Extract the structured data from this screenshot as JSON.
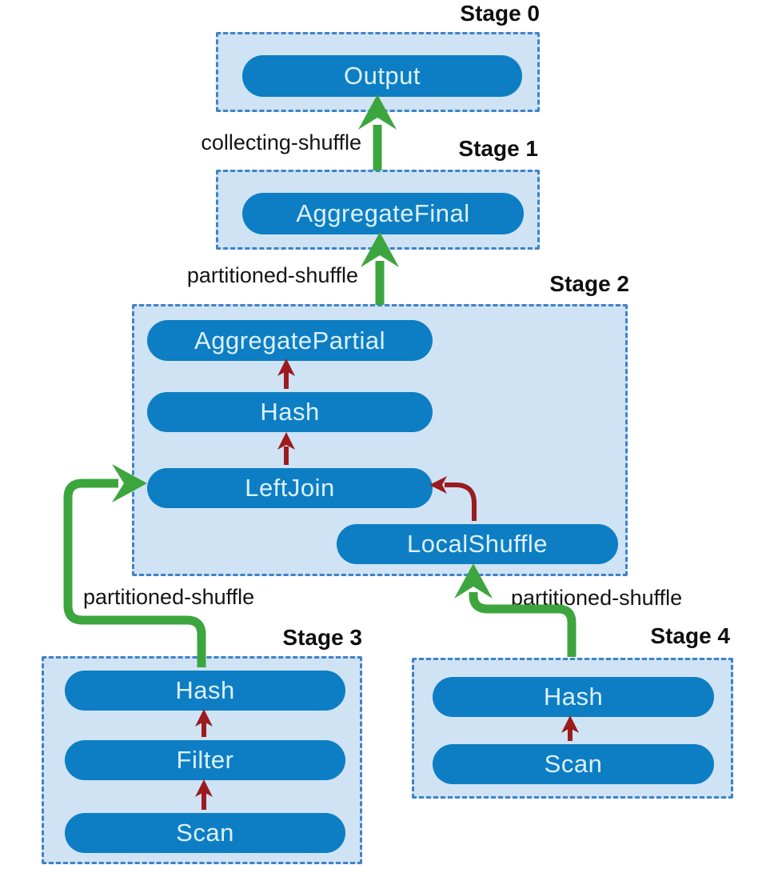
{
  "diagram": {
    "stages": [
      {
        "label": "Stage 0",
        "nodes": [
          {
            "label": "Output"
          }
        ]
      },
      {
        "label": "Stage 1",
        "nodes": [
          {
            "label": "AggregateFinal"
          }
        ]
      },
      {
        "label": "Stage 2",
        "nodes": [
          {
            "label": "AggregatePartial"
          },
          {
            "label": "Hash"
          },
          {
            "label": "LeftJoin"
          },
          {
            "label": "LocalShuffle"
          }
        ]
      },
      {
        "label": "Stage 3",
        "nodes": [
          {
            "label": "Hash"
          },
          {
            "label": "Filter"
          },
          {
            "label": "Scan"
          }
        ]
      },
      {
        "label": "Stage 4",
        "nodes": [
          {
            "label": "Hash"
          },
          {
            "label": "Scan"
          }
        ]
      }
    ],
    "shuffle_edges": [
      {
        "label": "collecting-shuffle",
        "from": "AggregateFinal",
        "from_stage": "Stage 1",
        "to": "Output",
        "to_stage": "Stage 0"
      },
      {
        "label": "partitioned-shuffle",
        "from": "AggregatePartial",
        "from_stage": "Stage 2",
        "to": "AggregateFinal",
        "to_stage": "Stage 1"
      },
      {
        "label": "partitioned-shuffle",
        "from": "Hash",
        "from_stage": "Stage 3",
        "to": "LeftJoin",
        "to_stage": "Stage 2"
      },
      {
        "label": "partitioned-shuffle",
        "from": "Hash",
        "from_stage": "Stage 4",
        "to": "LocalShuffle",
        "to_stage": "Stage 2"
      }
    ],
    "pipeline_edges": [
      {
        "from": "Hash",
        "to": "AggregatePartial",
        "stage": "Stage 2"
      },
      {
        "from": "LeftJoin",
        "to": "Hash",
        "stage": "Stage 2"
      },
      {
        "from": "LocalShuffle",
        "to": "LeftJoin",
        "stage": "Stage 2"
      },
      {
        "from": "Filter",
        "to": "Hash",
        "stage": "Stage 3"
      },
      {
        "from": "Scan",
        "to": "Filter",
        "stage": "Stage 3"
      },
      {
        "from": "Scan",
        "to": "Hash",
        "stage": "Stage 4"
      }
    ],
    "colors": {
      "node_fill": "#0d7ec4",
      "node_text": "#ddf1fc",
      "stage_fill": "#cfe3f4",
      "stage_border": "#3e82c8",
      "shuffle_arrow_green": "#3da53e",
      "pipeline_arrow_maroon": "#9b1b1e",
      "label_text": "#0e0e0e",
      "background": "#ffffff"
    }
  }
}
